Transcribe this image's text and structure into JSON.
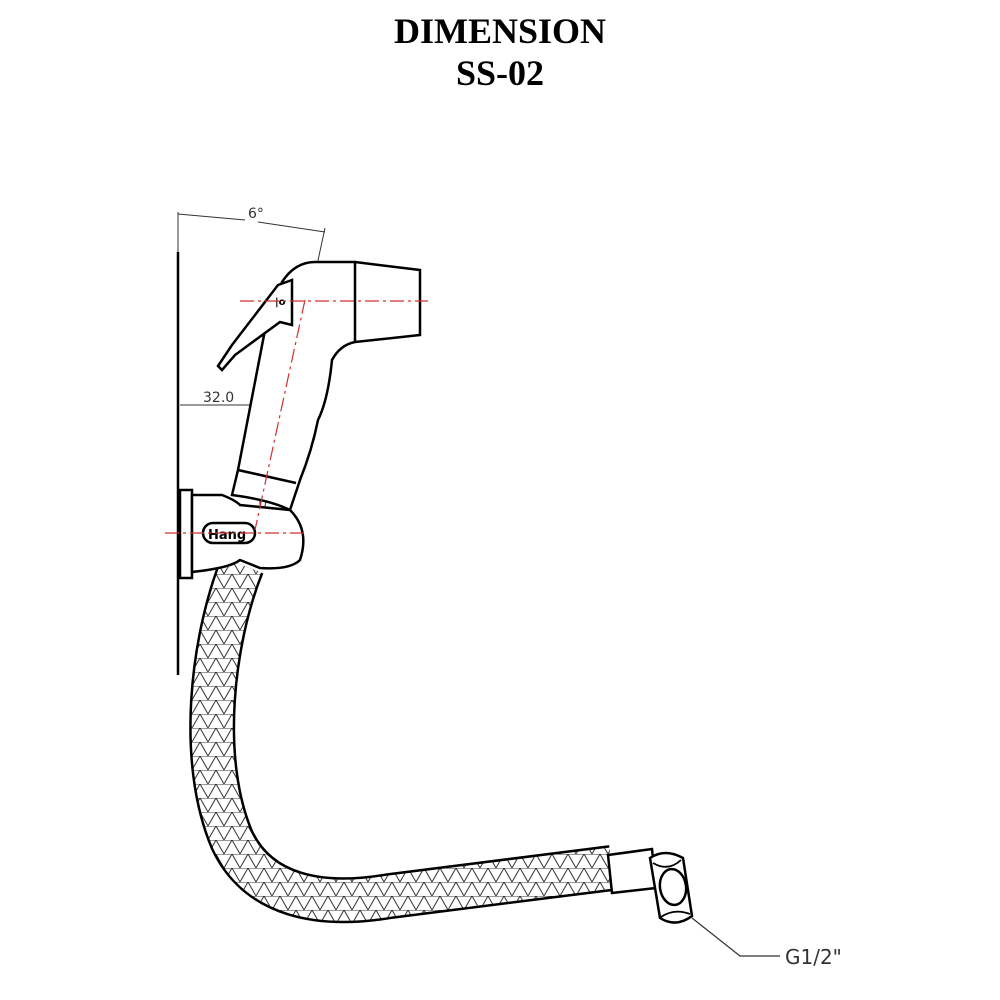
{
  "header": {
    "title": "DIMENSION",
    "model": "SS-02"
  },
  "dimensions": {
    "angle": "6°",
    "offset": "32.0",
    "thread": "G1/2\"",
    "holder_label": "Hang"
  },
  "colors": {
    "line": "#000000",
    "centerline": "#d03030",
    "dimension": "#333333"
  }
}
